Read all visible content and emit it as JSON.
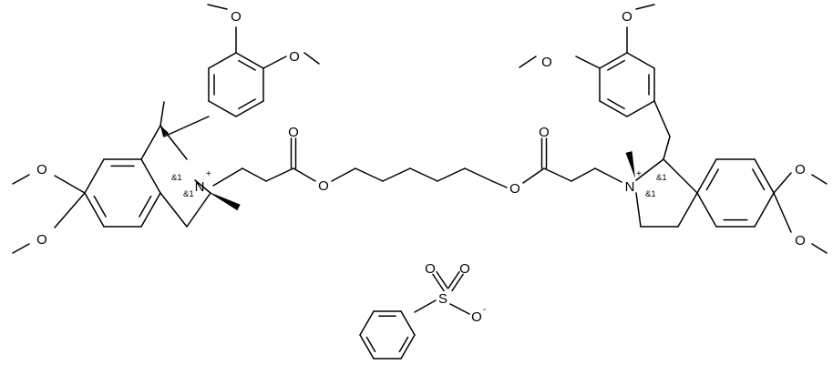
{
  "labels": {
    "O": "O",
    "N": "N",
    "S": "S",
    "plus": "+",
    "minus": "-",
    "stereo": "&1"
  },
  "colors": {
    "ink": "#000000",
    "background": "#ffffff"
  }
}
